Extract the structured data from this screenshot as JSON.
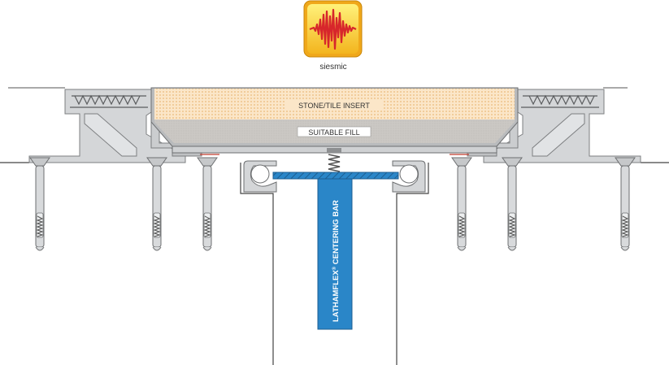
{
  "badge": {
    "caption": "siesmic",
    "icon": "seismic-waveform-icon",
    "colors": {
      "outer": "#f2b21b",
      "inner": "#ffe14a",
      "wave": "#d7262b"
    }
  },
  "labels": {
    "insert": "STONE/TILE INSERT",
    "fill": "SUITABLE FILL",
    "bar_brand": "LATHAMFLEX",
    "bar_mark": "®",
    "bar_text": "CENTERING BAR"
  },
  "colors": {
    "metal": "#d2d4d6",
    "metal_dark": "#9a9c9e",
    "insert": "#fbe4c2",
    "fill": "#c9c6c2",
    "bar_blue": "#2a86c8",
    "bar_edge": "#1d5f92",
    "spring": "#6f6f6f",
    "line": "#555555"
  }
}
